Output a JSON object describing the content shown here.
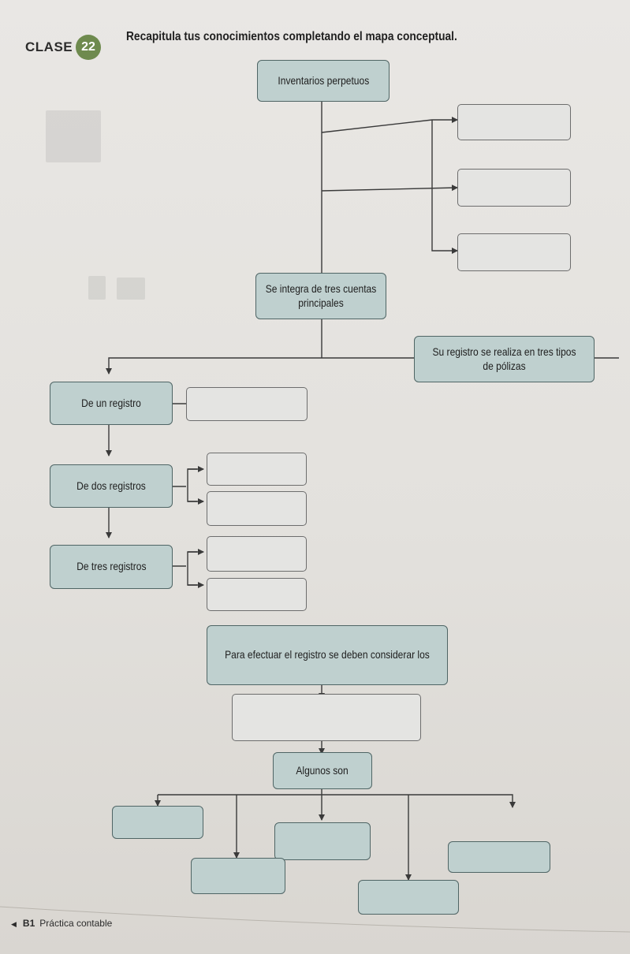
{
  "header": {
    "clase_label": "CLASE",
    "clase_number": "22",
    "instruction": "Recapitula tus conocimientos completando el mapa conceptual."
  },
  "map": {
    "root": "Inventarios perpetuos",
    "cuentas": "Se integra de tres cuentas principales",
    "polizas": "Su registro se realiza en tres tipos de pólizas",
    "un_registro": "De un registro",
    "dos_registros": "De dos registros",
    "tres_registros": "De tres registros",
    "considerar": "Para efectuar el registro se deben considerar los",
    "algunos": "Algunos son"
  },
  "footer": {
    "page_ref": "B1",
    "book_title": "Práctica contable"
  },
  "colors": {
    "box_fill": "#bfd0cf",
    "box_border": "#4f6565",
    "badge": "#6e8a4e",
    "blank_fill": "#e4e4e2"
  }
}
